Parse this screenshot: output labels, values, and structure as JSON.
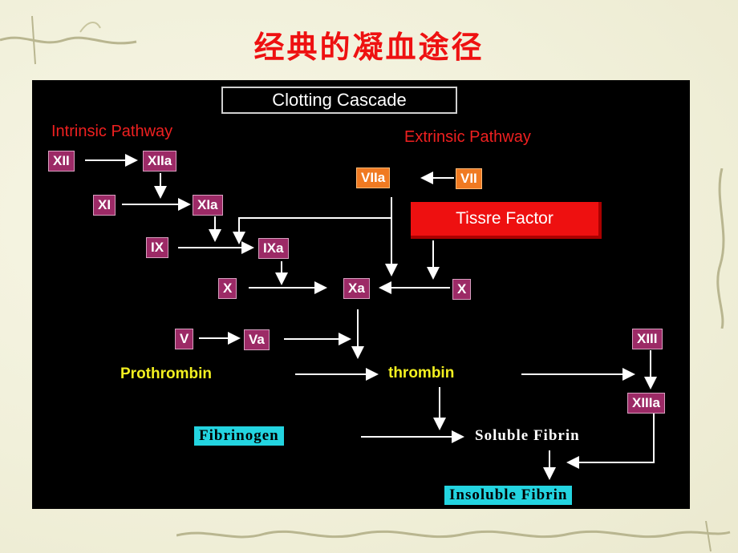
{
  "slide": {
    "title": "经典的凝血途径"
  },
  "diagram": {
    "title": "Clotting Cascade",
    "intrinsic_label": "Intrinsic Pathway",
    "extrinsic_label": "Extrinsic Pathway",
    "factors": {
      "xii": "XII",
      "xiia": "XIIa",
      "xi": "XI",
      "xia": "XIa",
      "ix": "IX",
      "ixa": "IXa",
      "x_left": "X",
      "xa": "Xa",
      "x_right": "X",
      "v": "V",
      "va": "Va",
      "vii": "VII",
      "viia": "VIIa",
      "xiii": "XIII",
      "xiiia": "XIIIa"
    },
    "tissue_factor": "Tissre Factor",
    "prothrombin": "Prothrombin",
    "thrombin": "thrombin",
    "fibrinogen": "Fibrinogen",
    "soluble_fibrin": "Soluble  Fibrin",
    "insoluble_fibrin": "Insoluble  Fibrin"
  },
  "colors": {
    "title": "#ee1111",
    "factor_box": "#9c2a66",
    "extrinsic_box": "#f07a22",
    "tissue_factor": "#ee1010",
    "yellow_text": "#f3f020",
    "cyan_box": "#23d4e0",
    "background_panel": "#000000"
  }
}
